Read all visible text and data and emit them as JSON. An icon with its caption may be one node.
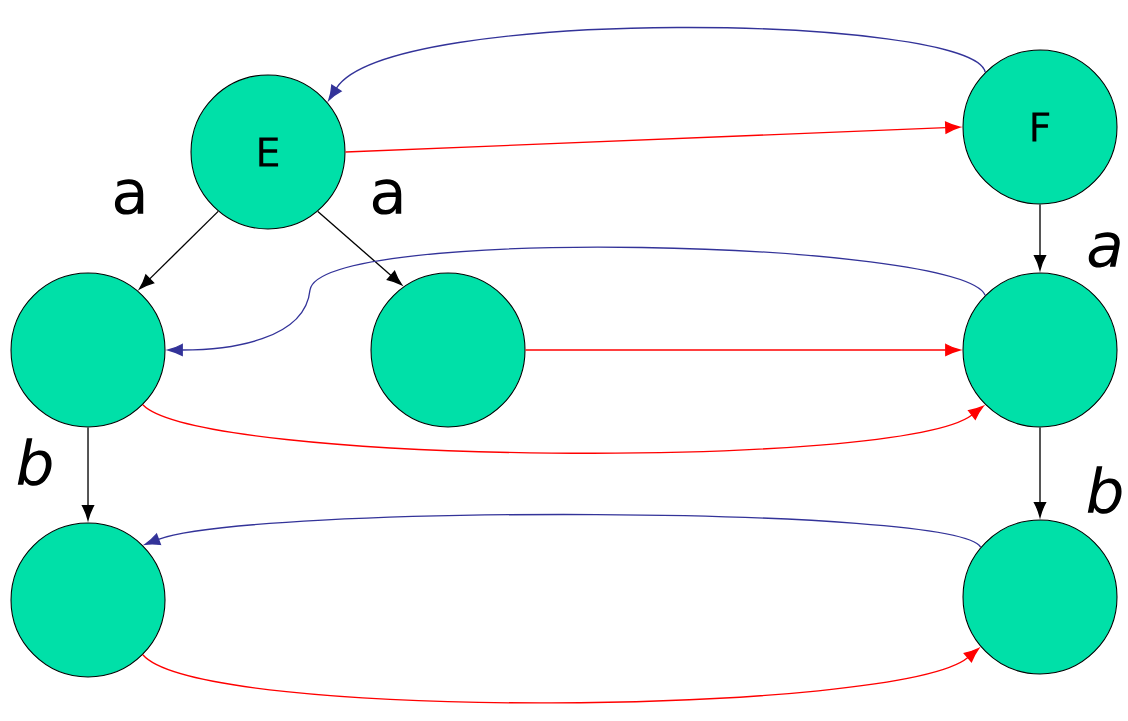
{
  "diagram": {
    "nodes": [
      {
        "text": [
          "E"
        ]
      },
      {
        "text": [
          "F"
        ]
      },
      {
        "text": [],
        "shape": "circle"
      },
      {
        "text": [],
        "shape": "circle"
      },
      {
        "text": [],
        "shape": "circle"
      },
      {
        "text": [],
        "shape": "circle"
      },
      {
        "text": [],
        "shape": "circle"
      }
    ],
    "edges": [
      {
        "from": 1,
        "to": 0,
        "arrow": "to",
        "color": "#333399"
      },
      {
        "from": 0,
        "to": 1,
        "arrow": "to",
        "color": "#ff0000"
      },
      {
        "from": 0,
        "to": 2,
        "arrow": "to",
        "label": "a"
      },
      {
        "from": 0,
        "to": 3,
        "arrow": "to",
        "label": "a"
      },
      {
        "from": 1,
        "to": 4,
        "arrow": "to",
        "label": "a"
      },
      {
        "from": 4,
        "to": 2,
        "arrow": "to",
        "color": "#333399"
      },
      {
        "from": 3,
        "to": 4,
        "arrow": "to",
        "color": "#ff0000"
      },
      {
        "from": 2,
        "to": 4,
        "arrow": "to",
        "color": "#ff0000"
      },
      {
        "from": 2,
        "to": 5,
        "arrow": "to",
        "label": "b"
      },
      {
        "from": 4,
        "to": 6,
        "arrow": "to",
        "label": "b"
      },
      {
        "from": 6,
        "to": 5,
        "arrow": "to",
        "color": "#333399"
      },
      {
        "from": 5,
        "to": 6,
        "arrow": "to",
        "color": "#ff0000"
      }
    ]
  }
}
